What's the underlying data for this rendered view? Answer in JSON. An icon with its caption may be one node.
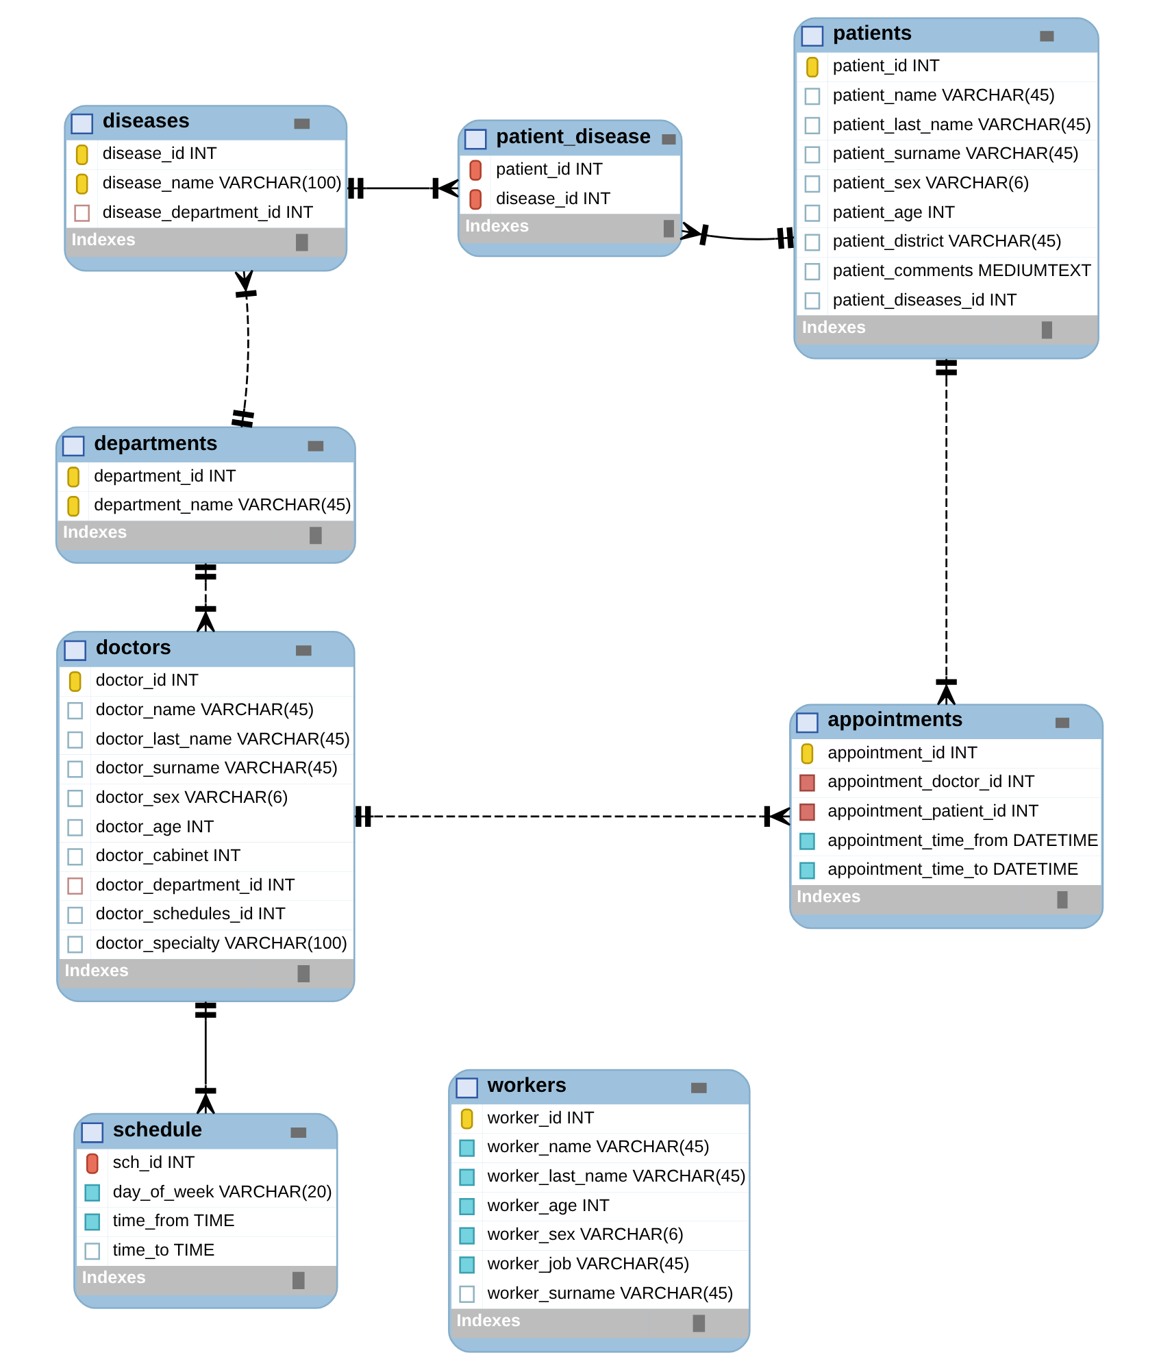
{
  "diagram": {
    "nodes": [
      {
        "text": [
          "diseases",
          "disease_id INT",
          "disease_name VARCHAR(100)",
          "disease_department_id INT",
          "Indexes"
        ]
      },
      {
        "text": [
          "patient_disease",
          "patient_id INT",
          "disease_id INT",
          "Indexes"
        ]
      },
      {
        "text": [
          "patients",
          "patient_id INT",
          "patient_name VARCHAR(45)",
          "patient_last_name VARCHAR(45)",
          "patient_surname VARCHAR(45)",
          "patient_sex VARCHAR(6)",
          "patient_age INT",
          "patient_district VARCHAR(45)",
          "patient_comments MEDIUMTEXT",
          "patient_diseases_id INT",
          "Indexes"
        ]
      },
      {
        "text": [
          "departments",
          "department_id INT",
          "department_name VARCHAR(45)",
          "Indexes"
        ]
      },
      {
        "text": [
          "doctors",
          "doctor_id INT",
          "doctor_name VARCHAR(45)",
          "doctor_last_name VARCHAR(45)",
          "doctor_surname VARCHAR(45)",
          "doctor_sex VARCHAR(6)",
          "doctor_age INT",
          "doctor_cabinet INT",
          "doctor_department_id INT",
          "doctor_schedules_id INT",
          "doctor_specialty VARCHAR(100)",
          "Indexes"
        ]
      },
      {
        "text": [
          "appointments",
          "appointment_id INT",
          "appointment_doctor_id INT",
          "appointment_patient_id INT",
          "appointment_time_from DATETIME",
          "appointment_time_to DATETIME",
          "Indexes"
        ]
      },
      {
        "text": [
          "workers",
          "worker_id INT",
          "worker_name VARCHAR(45)",
          "worker_last_name VARCHAR(45)",
          "worker_age INT",
          "worker_sex VARCHAR(6)",
          "worker_job VARCHAR(45)",
          "worker_surname VARCHAR(45)",
          "Indexes"
        ]
      },
      {
        "text": [
          "schedule",
          "sch_id INT",
          "day_of_week VARCHAR(20)",
          "time_from TIME",
          "time_to TIME",
          "Indexes"
        ]
      }
    ],
    "edges": [
      {
        "from": 0,
        "to": 1,
        "arrow": "other"
      },
      {
        "from": 2,
        "to": 1,
        "arrow": "other"
      },
      {
        "from": 3,
        "to": 0,
        "arrow": "other",
        "style": "dashed"
      },
      {
        "from": 3,
        "to": 4,
        "arrow": "other",
        "style": "dashed"
      },
      {
        "from": 2,
        "to": 5,
        "arrow": "other",
        "style": "dashed"
      },
      {
        "from": 4,
        "to": 5,
        "arrow": "other",
        "style": "dashed"
      },
      {
        "from": 4,
        "to": 7,
        "arrow": "other"
      }
    ]
  }
}
